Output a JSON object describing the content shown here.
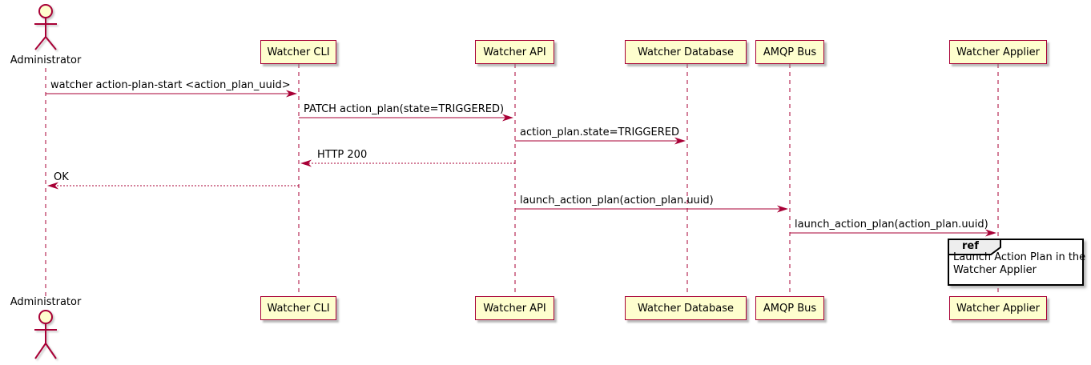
{
  "diagram": {
    "type": "plantuml-sequence-diagram",
    "colors": {
      "participant_fill": "#FEFECE",
      "participant_border": "#A80036",
      "line_color": "#A80036",
      "text_color": "#000000",
      "ref_header_fill": "#EEEEEE",
      "ref_border": "#000000",
      "background": "#FFFFFF"
    },
    "actor": {
      "name": "Administrator"
    },
    "participants": [
      {
        "label": "Watcher CLI"
      },
      {
        "label": "Watcher API"
      },
      {
        "label": "Watcher Database"
      },
      {
        "label": "AMQP Bus"
      },
      {
        "label": "Watcher Applier"
      }
    ],
    "messages": [
      {
        "from": "Administrator",
        "to": "Watcher CLI",
        "label": "watcher action-plan-start <action_plan_uuid>",
        "style": "solid",
        "direction": "right"
      },
      {
        "from": "Watcher CLI",
        "to": "Watcher API",
        "label": "PATCH action_plan(state=TRIGGERED)",
        "style": "solid",
        "direction": "right"
      },
      {
        "from": "Watcher API",
        "to": "Watcher Database",
        "label": "action_plan.state=TRIGGERED",
        "style": "solid",
        "direction": "right"
      },
      {
        "from": "Watcher API",
        "to": "Watcher CLI",
        "label": "HTTP 200",
        "style": "dashed",
        "direction": "left"
      },
      {
        "from": "Watcher CLI",
        "to": "Administrator",
        "label": "OK",
        "style": "dashed",
        "direction": "left"
      },
      {
        "from": "Watcher API",
        "to": "AMQP Bus",
        "label": "launch_action_plan(action_plan.uuid)",
        "style": "solid",
        "direction": "right"
      },
      {
        "from": "AMQP Bus",
        "to": "Watcher Applier",
        "label": "launch_action_plan(action_plan.uuid)",
        "style": "solid",
        "direction": "right"
      }
    ],
    "ref": {
      "keyword": "ref",
      "over": "Watcher Applier",
      "lines": [
        "Launch Action Plan in the",
        "Watcher Applier"
      ]
    }
  }
}
